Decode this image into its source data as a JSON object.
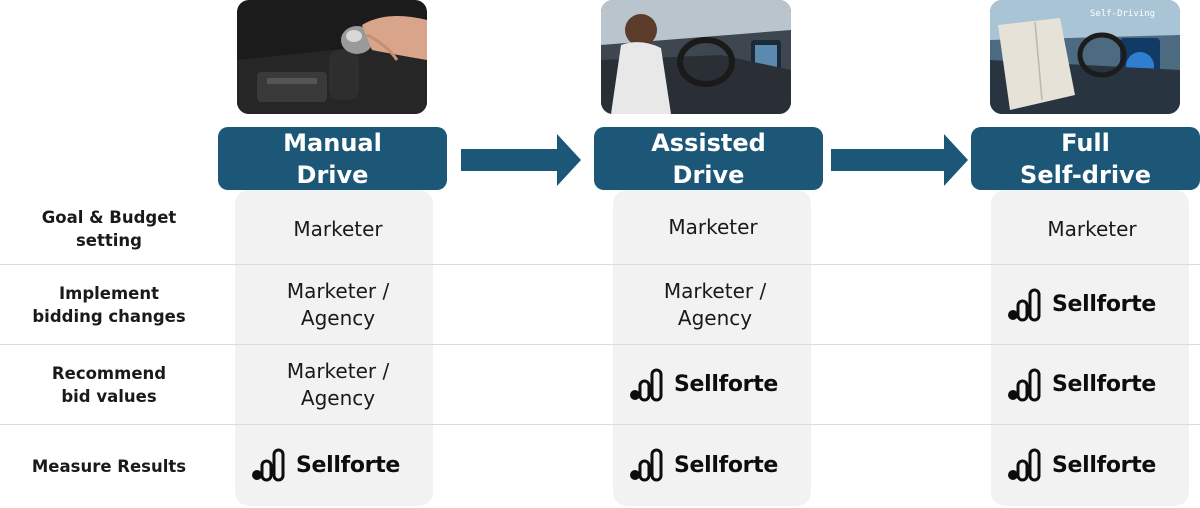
{
  "stages": [
    {
      "title_line1": "Manual",
      "title_line2": "Drive"
    },
    {
      "title_line1": "Assisted",
      "title_line2": "Drive"
    },
    {
      "title_line1": "Full",
      "title_line2": "Self-drive"
    }
  ],
  "photo_caption": "Self-Driving",
  "rows": [
    {
      "label_line1": "Goal & Budget",
      "label_line2": "setting",
      "cells": [
        {
          "type": "text",
          "line1": "Marketer",
          "line2": ""
        },
        {
          "type": "text",
          "line1": "Marketer",
          "line2": ""
        },
        {
          "type": "text",
          "line1": "Marketer",
          "line2": ""
        }
      ]
    },
    {
      "label_line1": "Implement",
      "label_line2": "bidding changes",
      "cells": [
        {
          "type": "text",
          "line1": "Marketer /",
          "line2": "Agency"
        },
        {
          "type": "text",
          "line1": "Marketer /",
          "line2": "Agency"
        },
        {
          "type": "logo",
          "text": "Sellforte"
        }
      ]
    },
    {
      "label_line1": "Recommend",
      "label_line2": "bid values",
      "cells": [
        {
          "type": "text",
          "line1": "Marketer /",
          "line2": "Agency"
        },
        {
          "type": "logo",
          "text": "Sellforte"
        },
        {
          "type": "logo",
          "text": "Sellforte"
        }
      ]
    },
    {
      "label_line1": "Measure Results",
      "label_line2": "",
      "cells": [
        {
          "type": "logo",
          "text": "Sellforte"
        },
        {
          "type": "logo",
          "text": "Sellforte"
        },
        {
          "type": "logo",
          "text": "Sellforte"
        }
      ]
    }
  ],
  "colors": {
    "stage_box": "#1d5777",
    "column_bg": "#f2f2f2",
    "separator": "#dcdcdc",
    "logo": "#0d0d0d"
  },
  "icons": [
    "gear-shift-photo",
    "assisted-driving-photo",
    "self-driving-photo",
    "arrow-right-icon",
    "sellforte-logo-icon"
  ]
}
